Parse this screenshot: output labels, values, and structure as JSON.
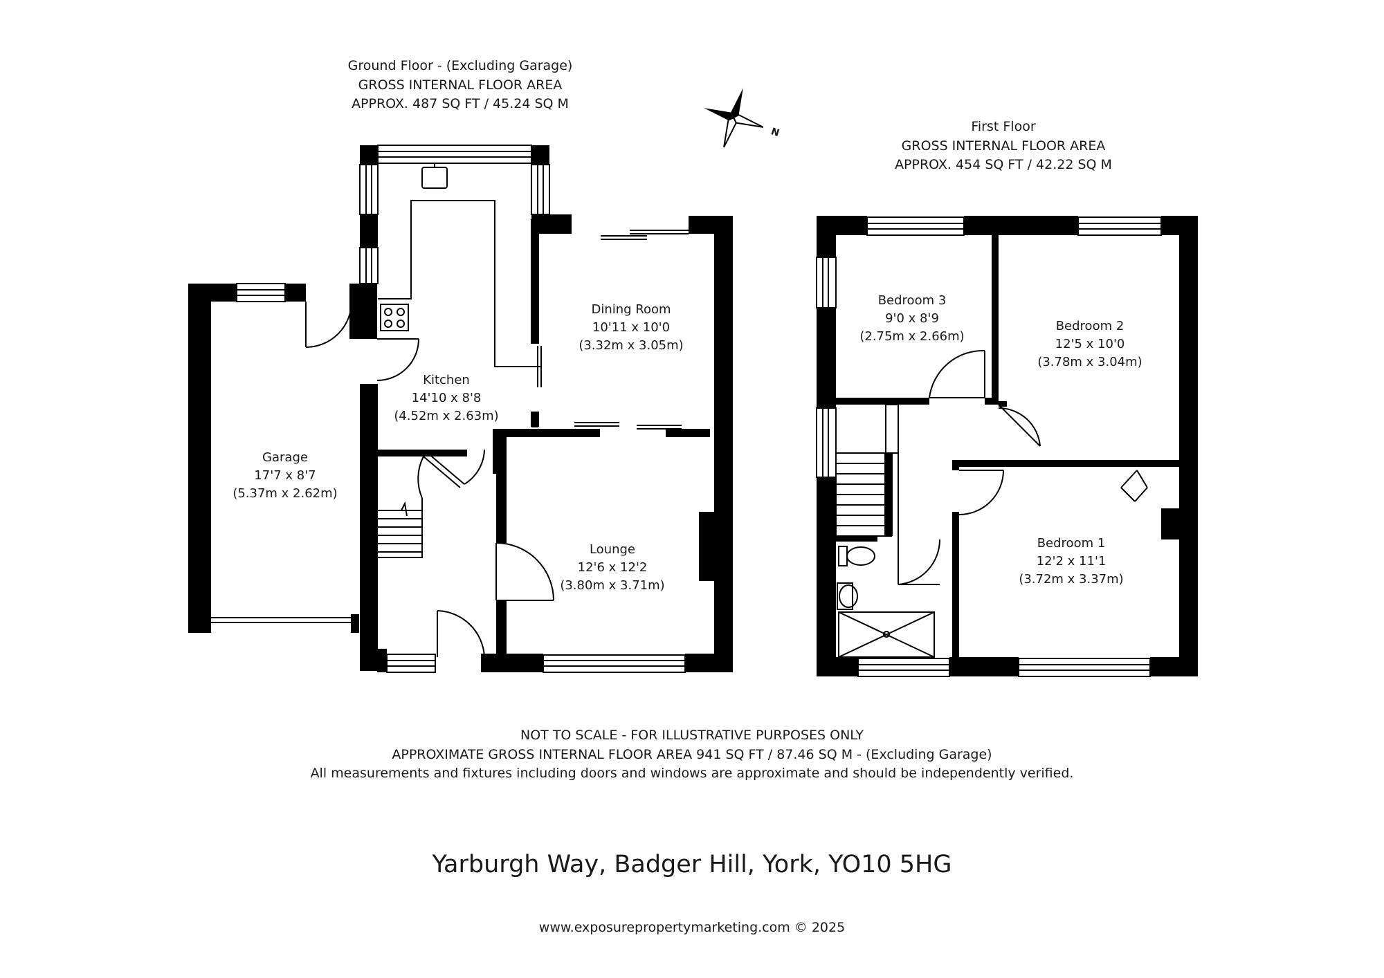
{
  "ground_floor": {
    "title": "Ground Floor - (Excluding Garage)",
    "area_title": "GROSS INTERNAL FLOOR AREA",
    "area": "APPROX. 487 SQ FT / 45.24 SQ M",
    "rooms": {
      "garage": {
        "name": "Garage",
        "imperial": "17'7 x 8'7",
        "metric": "(5.37m x 2.62m)"
      },
      "kitchen": {
        "name": "Kitchen",
        "imperial": "14'10 x 8'8",
        "metric": "(4.52m x 2.63m)"
      },
      "dining": {
        "name": "Dining Room",
        "imperial": "10'11 x 10'0",
        "metric": "(3.32m x 3.05m)"
      },
      "lounge": {
        "name": "Lounge",
        "imperial": "12'6 x 12'2",
        "metric": "(3.80m x 3.71m)"
      }
    }
  },
  "first_floor": {
    "title": "First Floor",
    "area_title": "GROSS INTERNAL FLOOR AREA",
    "area": "APPROX. 454 SQ FT / 42.22 SQ M",
    "rooms": {
      "bedroom3": {
        "name": "Bedroom 3",
        "imperial": "9'0 x 8'9",
        "metric": "(2.75m x 2.66m)"
      },
      "bedroom2": {
        "name": "Bedroom 2",
        "imperial": "12'5 x 10'0",
        "metric": "(3.78m x 3.04m)"
      },
      "bedroom1": {
        "name": "Bedroom 1",
        "imperial": "12'2 x 11'1",
        "metric": "(3.72m x 3.37m)"
      }
    }
  },
  "compass": {
    "label": "N"
  },
  "footer": {
    "disclaimer": "NOT TO SCALE - FOR ILLUSTRATIVE PURPOSES ONLY",
    "total_area": "APPROXIMATE GROSS INTERNAL FLOOR AREA 941 SQ FT / 87.46 SQ M - (Excluding Garage)",
    "note": "All measurements and fixtures including doors and windows are approximate and should be independently verified.",
    "address": "Yarburgh Way, Badger Hill, York, YO10 5HG",
    "website": "www.exposurepropertymarketing.com © 2025"
  }
}
